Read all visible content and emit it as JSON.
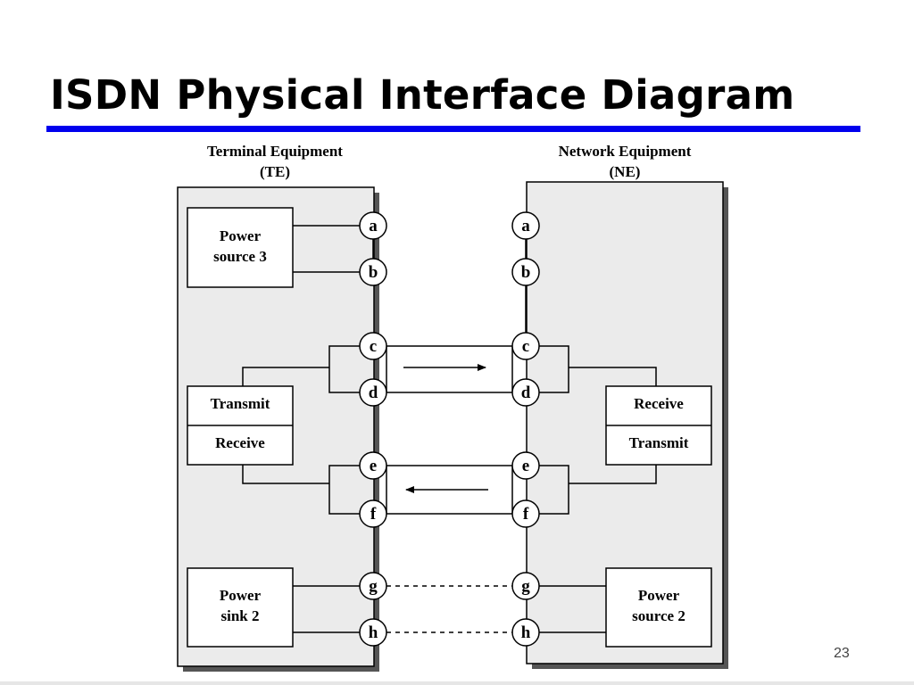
{
  "slide": {
    "title": "ISDN Physical Interface Diagram",
    "page_number": "23",
    "accent_color": "#0000ee"
  },
  "diagram": {
    "te": {
      "heading_line1": "Terminal Equipment",
      "heading_line2": "(TE)",
      "power_box": {
        "line1": "Power",
        "line2": "source 3"
      },
      "trx_box": {
        "top": "Transmit",
        "bottom": "Receive"
      },
      "sink_box": {
        "line1": "Power",
        "line2": "sink 2"
      }
    },
    "ne": {
      "heading_line1": "Network Equipment",
      "heading_line2": "(NE)",
      "trx_box": {
        "top": "Receive",
        "bottom": "Transmit"
      },
      "power_box": {
        "line1": "Power",
        "line2": "source 2"
      }
    },
    "terminals": [
      "a",
      "b",
      "c",
      "d",
      "e",
      "f",
      "g",
      "h"
    ],
    "colors": {
      "panel_fill": "#ebebeb",
      "panel_shadow": "#555555",
      "line": "#000000"
    }
  }
}
